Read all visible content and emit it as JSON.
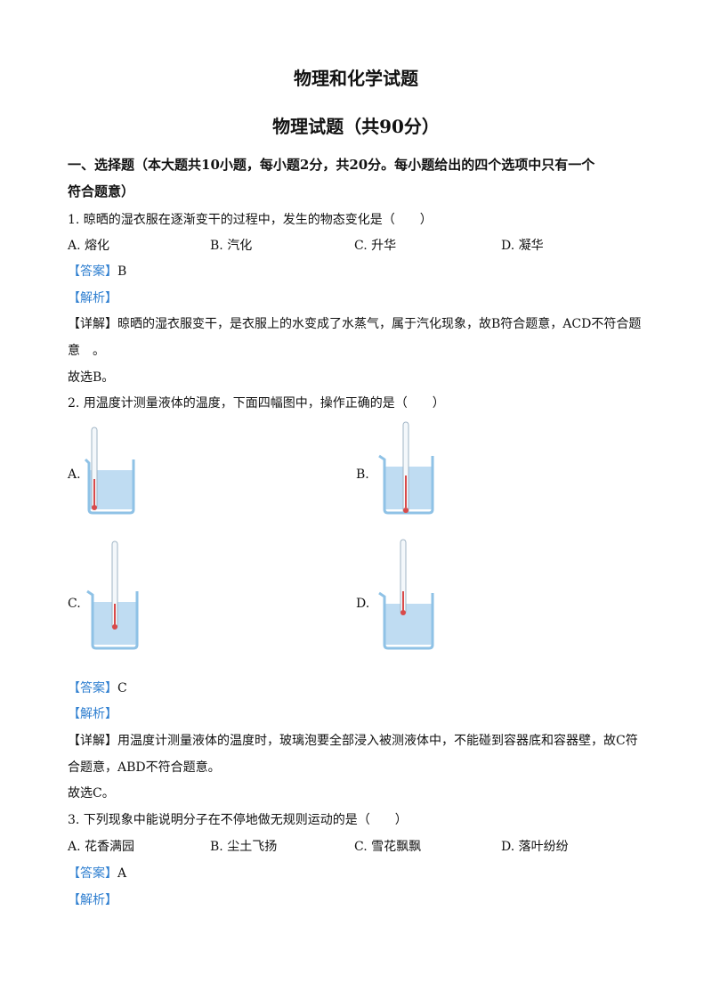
{
  "title": "物理和化学试题",
  "subtitle": "物理试题（共90分）",
  "section": {
    "line1": "一、选择题（本大题共10小题，每小题2分，共20分。每小题给出的四个选项中只有一个",
    "line2": "符合题意）"
  },
  "q1": {
    "stem": "1. 晾晒的湿衣服在逐渐变干的过程中，发生的物态变化是（　　）",
    "options": [
      "A. 熔化",
      "B. 汽化",
      "C. 升华",
      "D. 凝华"
    ],
    "answer_tag": "【答案】",
    "answer": "B",
    "analysis_tag": "【解析】",
    "detail_tag": "【详解】",
    "detail_line1": "晾晒的湿衣服变干，是衣服上的水变成了水蒸气，属于汽化现象，故B符合题意，ACD不符合题",
    "detail_line2": "意　。",
    "conclusion": "故选B。"
  },
  "q2": {
    "stem": "2. 用温度计测量液体的温度，下面四幅图中，操作正确的是（　　）",
    "options": [
      "A.",
      "B.",
      "C.",
      "D."
    ],
    "answer_tag": "【答案】",
    "answer": "C",
    "analysis_tag": "【解析】",
    "detail_tag": "【详解】",
    "detail_line1": "用温度计测量液体的温度时，玻璃泡要全部浸入被测液体中，不能碰到容器底和容器壁，故C符",
    "detail_line2": "合题意，ABD不符合题意。",
    "conclusion": "故选C。"
  },
  "q3": {
    "stem": "3. 下列现象中能说明分子在不停地做无规则运动的是（　　）",
    "options": [
      "A. 花香满园",
      "B. 尘土飞扬",
      "C. 雪花飘飘",
      "D. 落叶纷纷"
    ],
    "answer_tag": "【答案】",
    "answer": "A",
    "analysis_tag": "【解析】"
  },
  "colors": {
    "tag": "#2f7fd0",
    "water": "#bfdcf2",
    "glass": "#8fc2e6",
    "mercury": "#d94a4a"
  }
}
